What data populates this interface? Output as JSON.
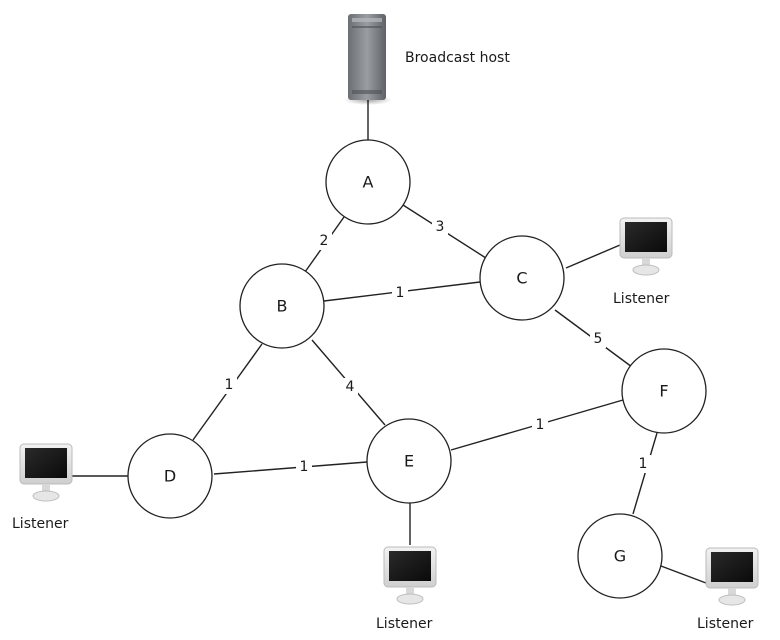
{
  "broadcast_label": "Broadcast host",
  "listener_label": "Listener",
  "nodes": {
    "A": "A",
    "B": "B",
    "C": "C",
    "D": "D",
    "E": "E",
    "F": "F",
    "G": "G"
  },
  "weights": {
    "A_B": "2",
    "A_C": "3",
    "B_C": "1",
    "B_D": "1",
    "B_E": "4",
    "C_F": "5",
    "D_E": "1",
    "E_F": "1",
    "F_G": "1"
  },
  "icons": {
    "host": "server-tower-icon",
    "listener": "desktop-computer-icon"
  },
  "colors": {
    "node_stroke": "#222222",
    "node_fill": "#ffffff"
  }
}
